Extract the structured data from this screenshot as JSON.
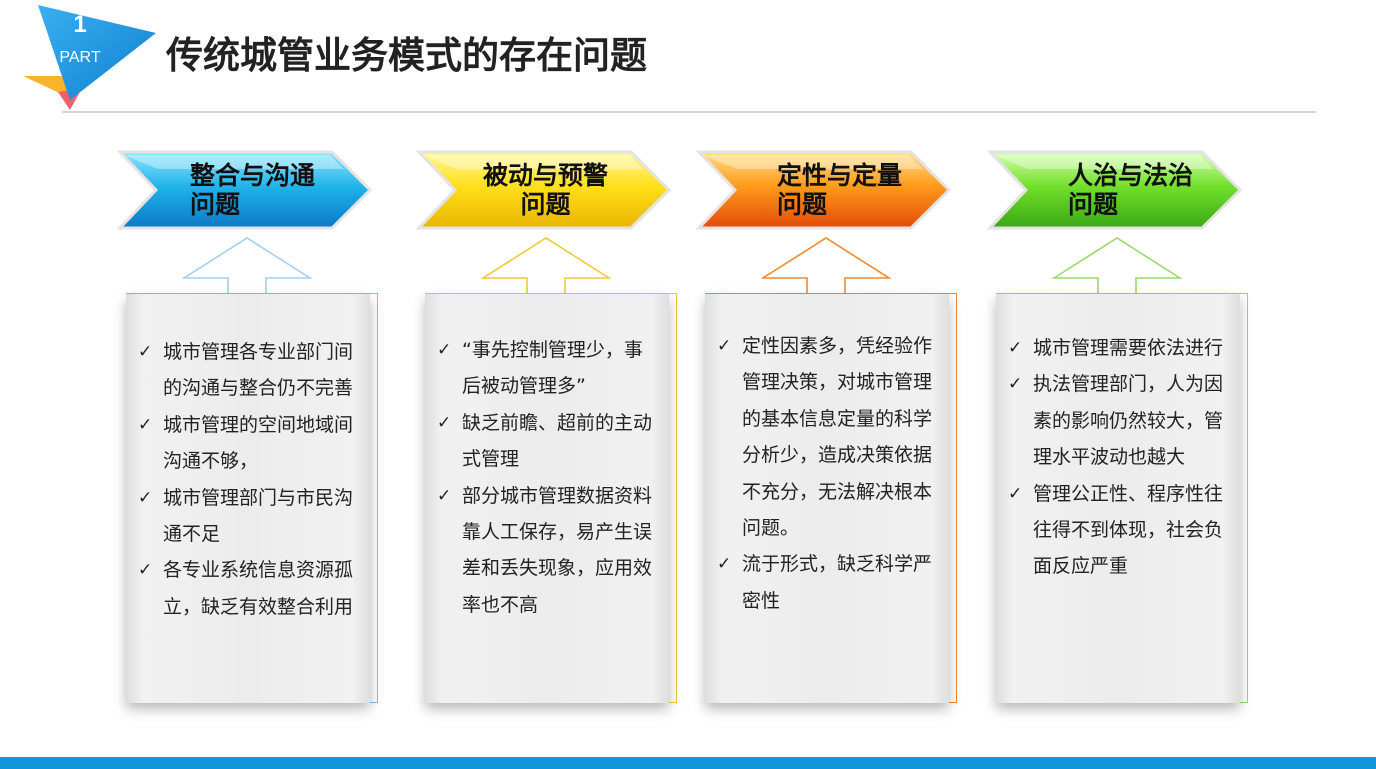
{
  "header": {
    "part_number": "1",
    "part_label": "PART",
    "title": "传统城管业务模式的存在问题"
  },
  "columns": [
    {
      "title": "整合与沟通\n问题",
      "color": "#1e9fe0",
      "bullets": [
        "城市管理各专业部门间的沟通与整合仍不完善",
        "城市管理的空间地域间沟通不够，",
        "城市管理部门与市民沟通不足",
        "各专业系统信息资源孤立，缺乏有效整合利用"
      ]
    },
    {
      "title": "被动与预警\n问题",
      "color": "#f2c200",
      "bullets": [
        "“事先控制管理少，事后被动管理多”",
        "缺乏前瞻、超前的主动式管理",
        "部分城市管理数据资料靠人工保存，易产生误差和丢失现象，应用效率也不高"
      ]
    },
    {
      "title": "定性与定量\n问题",
      "color": "#f07a10",
      "bullets": [
        "定性因素多，凭经验作管理决策，对城市管理的基本信息定量的科学分析少，造成决策依据不充分，无法解决根本问题。",
        "流于形式，缺乏科学严密性"
      ]
    },
    {
      "title": "人治与法治\n问题",
      "color": "#5cc22a",
      "bullets": [
        "城市管理需要依法进行",
        "执法管理部门，人为因素的影响仍然较大，管理水平波动也越大",
        "管理公正性、程序性往往得不到体现，社会负面反应严重"
      ]
    }
  ],
  "icons": {
    "bullet": "check-mark-icon",
    "chevron": "chevron-arrow-banner",
    "up_arrow": "up-arrow-outline-icon"
  },
  "colors": {
    "blue": "#1e9fe0",
    "yellow": "#f2c200",
    "orange": "#f07a10",
    "green": "#5cc22a",
    "footer_bar": "#1296db"
  }
}
